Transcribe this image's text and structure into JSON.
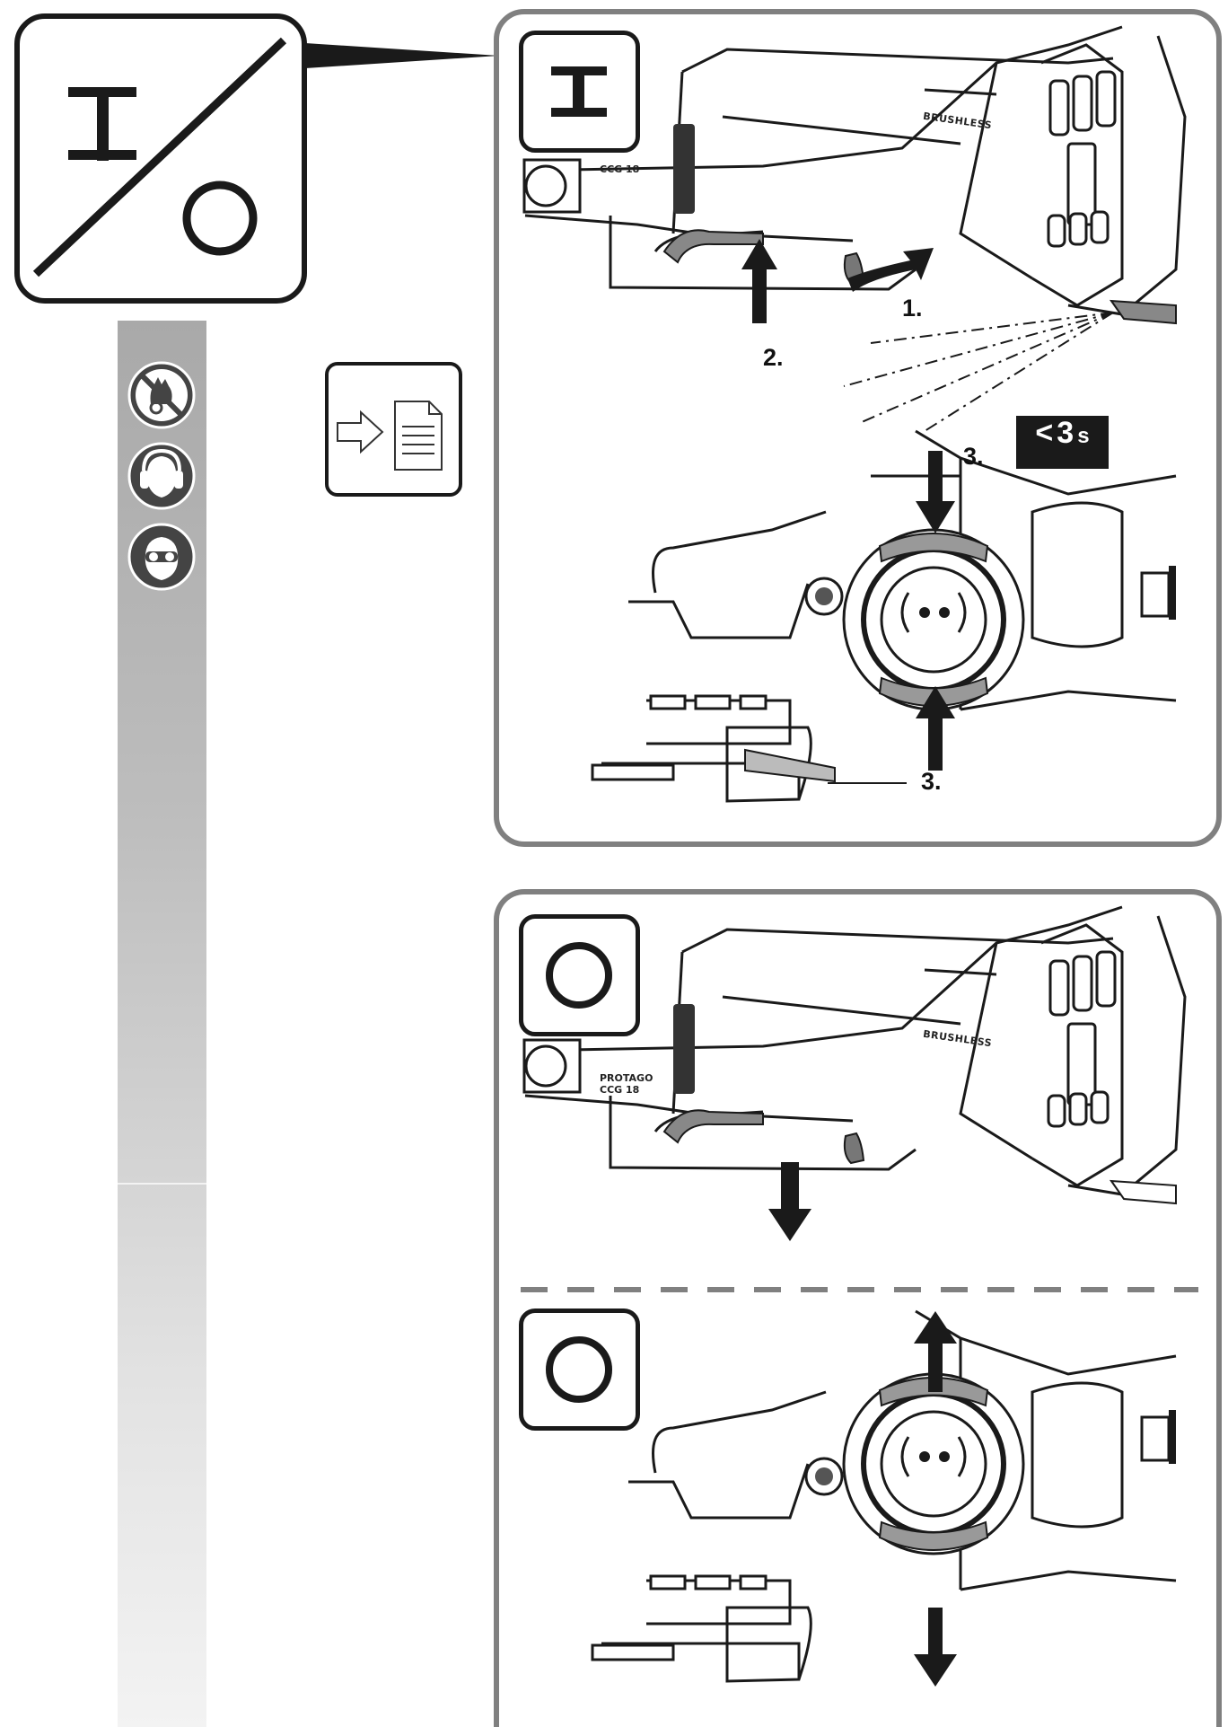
{
  "symbols": {
    "on": "I",
    "off": "O",
    "on_off": "I / O"
  },
  "panel_on": {
    "steps": [
      "1.",
      "2.",
      "3.",
      "3."
    ],
    "time_badge": {
      "prefix": "<",
      "value": "3",
      "unit": "s"
    },
    "tool_brand": "BRUSHLESS",
    "tool_model": "CCG 18"
  },
  "panel_off": {
    "tool_brand": "BRUSHLESS",
    "tool_model_line1": "PROTAGO",
    "tool_model_line2": "CCG 18"
  },
  "icons": [
    "no-gloves-icon",
    "ear-protection-icon",
    "eye-protection-icon",
    "read-manual-icon"
  ],
  "colors": {
    "panel_border": "#808080",
    "ink": "#1a1a1a",
    "sidebar": "#a9a9a9"
  }
}
